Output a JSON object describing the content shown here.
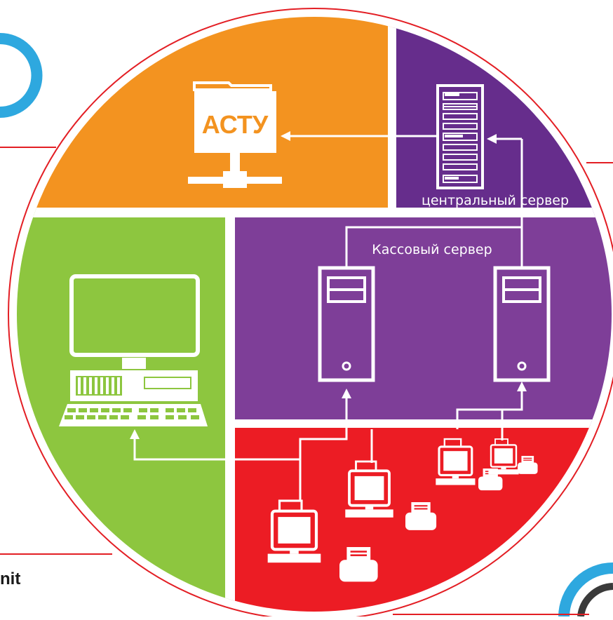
{
  "diagram": {
    "folder_label": "АСТУ",
    "central_server_label": "центральный сервер",
    "cash_server_label": "Кассовый сервер",
    "left_edge_text": "nit",
    "colors": {
      "orange": "#F39320",
      "dark_purple": "#662D8C",
      "purple": "#7E3E98",
      "green": "#8DC63F",
      "red": "#EC1C24",
      "outline": "#E31E24",
      "accent_blue": "#2EA8DF"
    },
    "icons": [
      "folder-network-icon",
      "rack-server-icon",
      "tower-server-icon",
      "desktop-computer-icon",
      "pos-terminal-icon",
      "receipt-printer-icon"
    ]
  }
}
